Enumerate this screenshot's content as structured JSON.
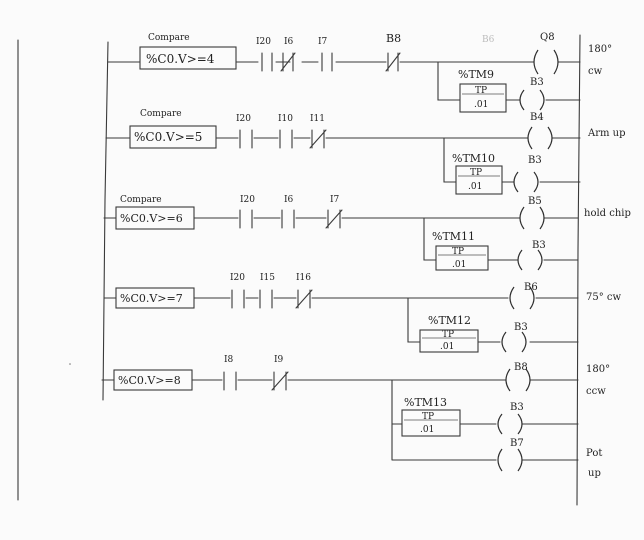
{
  "rungs": [
    {
      "compare_header": "Compare",
      "compare_expr": "%C0.V>=4",
      "contacts": [
        {
          "label": "I20",
          "type": "NO"
        },
        {
          "label": "I6",
          "type": "NC"
        },
        {
          "label": "I7",
          "type": "NO"
        },
        {
          "label": "B8",
          "type": "NC"
        }
      ],
      "faint_label": "B6",
      "coil": "Q8",
      "timer": {
        "name": "%TM9",
        "type": "TP",
        "preset": ".01",
        "coil": "B3"
      },
      "description": [
        "180°",
        "cw"
      ]
    },
    {
      "compare_header": "Compare",
      "compare_expr": "%C0.V>=5",
      "contacts": [
        {
          "label": "I20",
          "type": "NO"
        },
        {
          "label": "I10",
          "type": "NO"
        },
        {
          "label": "I11",
          "type": "NC"
        }
      ],
      "coil": "B4",
      "timer": {
        "name": "%TM10",
        "type": "TP",
        "preset": ".01",
        "coil": "B3"
      },
      "description": [
        "Arm up"
      ]
    },
    {
      "compare_header": "Compare",
      "compare_expr": "%C0.V>=6",
      "contacts": [
        {
          "label": "I20",
          "type": "NO"
        },
        {
          "label": "I6",
          "type": "NO"
        },
        {
          "label": "I7",
          "type": "NC"
        }
      ],
      "coil": "B5",
      "timer": {
        "name": "%TM11",
        "type": "TP",
        "preset": ".01",
        "coil": "B3"
      },
      "description": [
        "hold chip"
      ]
    },
    {
      "compare_header": "",
      "compare_expr": "%C0.V>=7",
      "contacts": [
        {
          "label": "I20",
          "type": "NO"
        },
        {
          "label": "I15",
          "type": "NO"
        },
        {
          "label": "I16",
          "type": "NC"
        }
      ],
      "coil": "B6",
      "timer": {
        "name": "%TM12",
        "type": "TP",
        "preset": ".01",
        "coil": "B3"
      },
      "description": [
        "75° cw"
      ]
    },
    {
      "compare_header": "",
      "compare_expr": "%C0.V>=8",
      "contacts": [
        {
          "label": "I8",
          "type": "NO"
        },
        {
          "label": "I9",
          "type": "NC"
        }
      ],
      "coil": "B8",
      "timer": {
        "name": "%TM13",
        "type": "TP",
        "preset": ".01",
        "coil": "B3"
      },
      "extra_coil": "B7",
      "description": [
        "180°",
        "ccw"
      ],
      "extra_description": [
        "Pot",
        "up"
      ]
    }
  ]
}
